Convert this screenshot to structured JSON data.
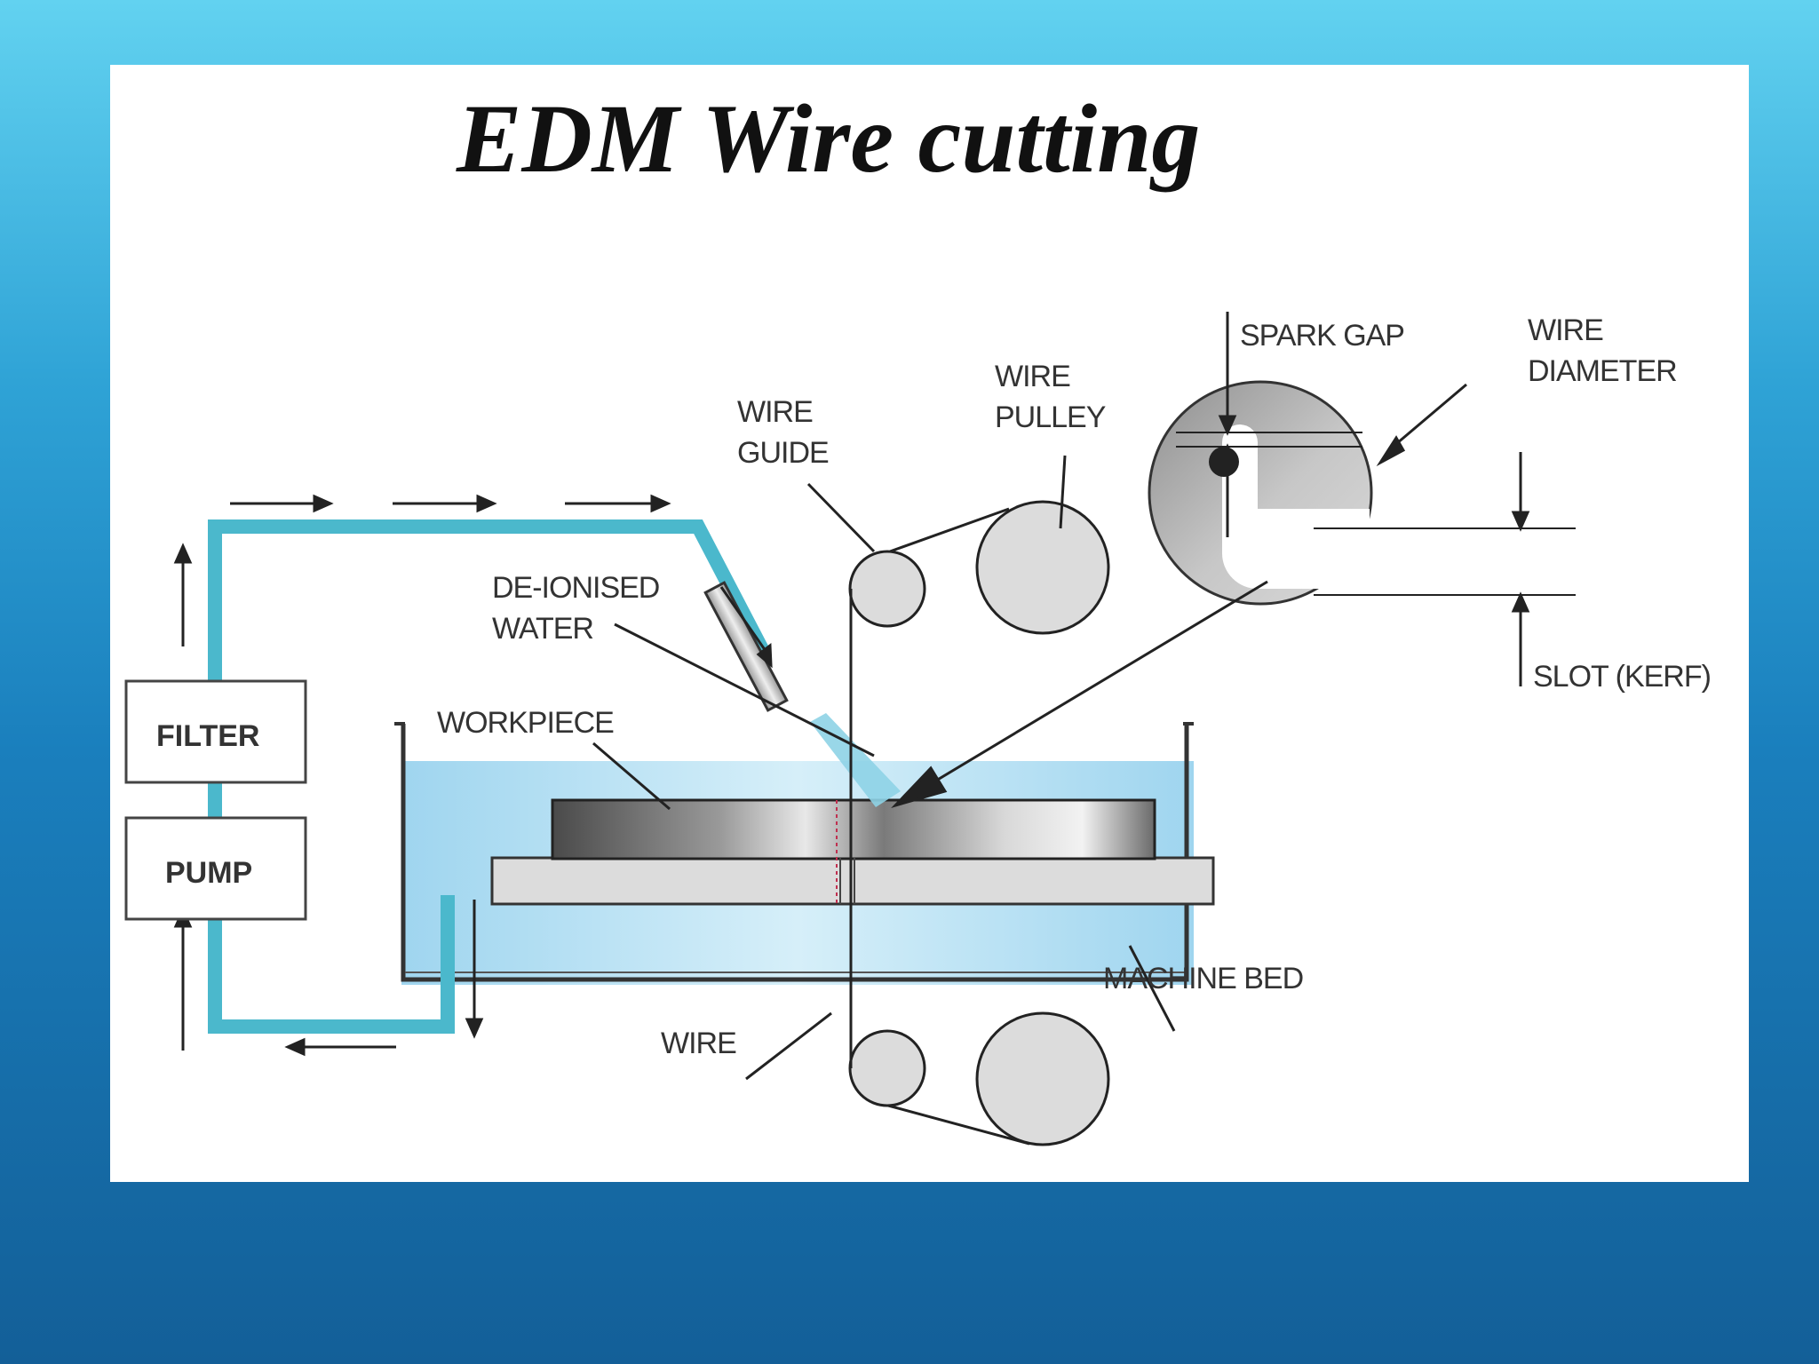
{
  "title": "EDM Wire cutting",
  "labels": {
    "filter": "FILTER",
    "pump": "PUMP",
    "workpiece": "WORKPIECE",
    "deionised_line1": "DE-IONISED",
    "deionised_line2": "WATER",
    "wire_guide_line1": "WIRE",
    "wire_guide_line2": "GUIDE",
    "wire_pulley_line1": "WIRE",
    "wire_pulley_line2": "PULLEY",
    "spark_gap": "SPARK GAP",
    "wire_diameter_line1": "WIRE",
    "wire_diameter_line2": "DIAMETER",
    "slot_kerf": "SLOT (KERF)",
    "machine_bed": "MACHINE BED",
    "wire": "WIRE"
  },
  "colors": {
    "water_pipe": "#4bb8cc",
    "water_fill": "#aedff5",
    "line": "#222222",
    "disc": "#b9b9b9"
  }
}
